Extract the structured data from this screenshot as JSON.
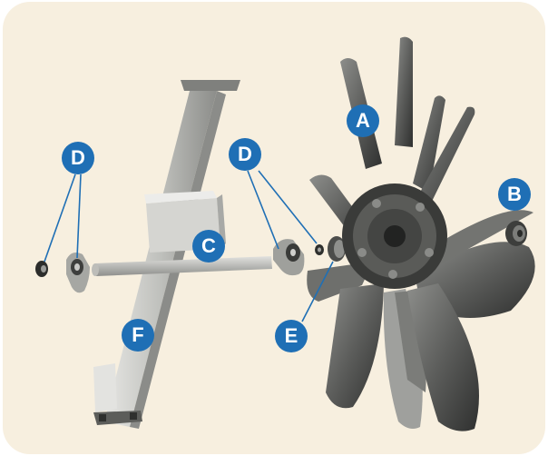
{
  "colors": {
    "background": "#f7efdf",
    "badge": "#1f6fb5",
    "badge_text": "#ffffff",
    "metal_light": "#d9d9d6",
    "metal_mid": "#a9aaa7",
    "metal_dark": "#4a4b4a"
  },
  "labels": {
    "a": "A",
    "b": "B",
    "c": "C",
    "d_left": "D",
    "d_right": "D",
    "e": "E",
    "f": "F"
  }
}
